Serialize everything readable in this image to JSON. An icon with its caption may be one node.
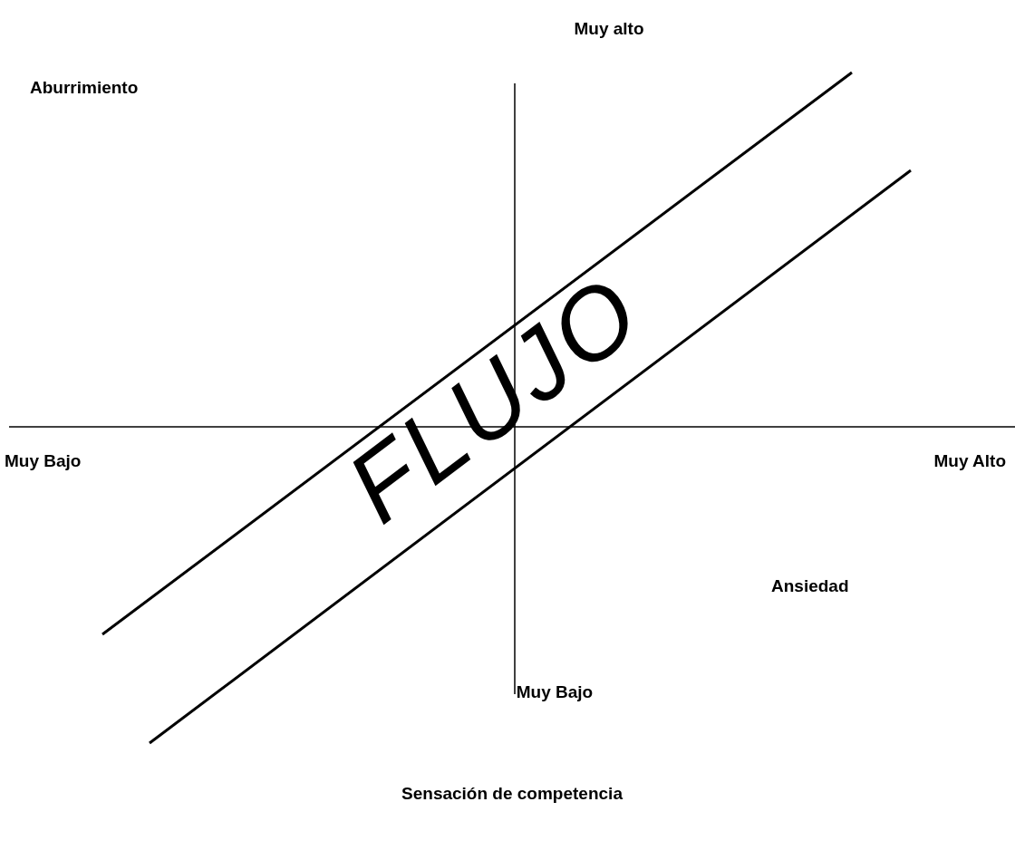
{
  "diagram": {
    "labels": [
      "Muy alto",
      "Aburrimiento",
      "FLUJO",
      "Muy Bajo",
      "Muy Alto",
      "Ansiedad",
      "Muy Bajo",
      "Sensación de competencia"
    ]
  }
}
